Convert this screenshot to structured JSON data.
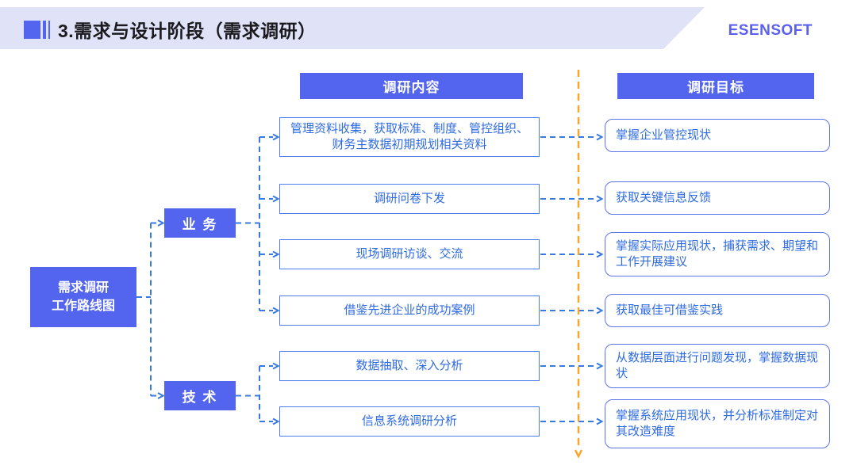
{
  "header": {
    "title": "3.需求与设计阶段（需求调研）",
    "logo": "ESENSOFT"
  },
  "columns": {
    "content_header": "调研内容",
    "target_header": "调研目标"
  },
  "flow": {
    "root": {
      "line1": "需求调研",
      "line2": "工作路线图"
    },
    "branches": [
      {
        "label": "业 务"
      },
      {
        "label": "技 术"
      }
    ],
    "rows": [
      {
        "branch": "业 务",
        "content": "管理资料收集，获取标准、制度、管控组织、财务主数据初期规划相关资料",
        "target": "掌握企业管控现状"
      },
      {
        "branch": "业 务",
        "content": "调研问卷下发",
        "target": "获取关键信息反馈"
      },
      {
        "branch": "业 务",
        "content": "现场调研访谈、交流",
        "target": "掌握实际应用现状，捕获需求、期望和工作开展建议"
      },
      {
        "branch": "业 务",
        "content": "借鉴先进企业的成功案例",
        "target": "获取最佳可借鉴实践"
      },
      {
        "branch": "技 术",
        "content": "数据抽取、深入分析",
        "target": "从数据层面进行问题发现，掌握数据现状"
      },
      {
        "branch": "技 术",
        "content": "信息系统调研分析",
        "target": "掌握系统应用现状，并分析标准制定对其改造难度"
      }
    ]
  },
  "colors": {
    "primary": "#5365ef",
    "band": "#e0e2f7",
    "boxBorder": "#4f7cee",
    "targetBorder": "#5d73f0",
    "blueText": "#2f6be0",
    "arrow": "#377ae6",
    "yellow": "#f9a62a",
    "logo": "#5b5ff0"
  }
}
